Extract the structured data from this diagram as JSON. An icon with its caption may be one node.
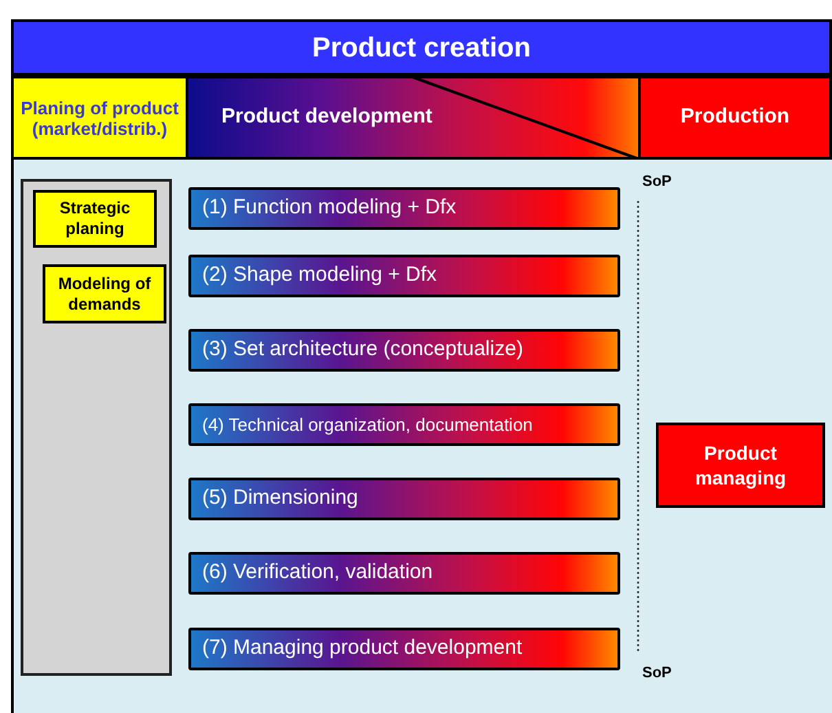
{
  "diagram": {
    "nodes": [
      {
        "text": [
          "Product creation"
        ]
      },
      {
        "text": [
          "Planing of product (market/distrib.)"
        ]
      },
      {
        "text": [
          "Product development"
        ]
      },
      {
        "text": [
          "Production"
        ]
      },
      {
        "text": [],
        "shape": "box"
      },
      {
        "text": [
          "Strategic planing"
        ],
        "in": 4
      },
      {
        "text": [
          "Modeling of demands"
        ],
        "in": 4
      },
      {
        "text": [
          "(1) Function modeling + Dfx"
        ]
      },
      {
        "text": [
          "(2) Shape modeling + Dfx"
        ]
      },
      {
        "text": [
          "(3) Set architecture (conceptualize)"
        ]
      },
      {
        "text": [
          "(4) Technical organization, documentation"
        ]
      },
      {
        "text": [
          "(5) Dimensioning"
        ]
      },
      {
        "text": [
          "(6) Verification, validation"
        ]
      },
      {
        "text": [
          "(7) Managing product development"
        ]
      },
      {
        "text": [
          "Product managing"
        ]
      }
    ],
    "labels": [
      "SoP",
      "SoP"
    ]
  }
}
